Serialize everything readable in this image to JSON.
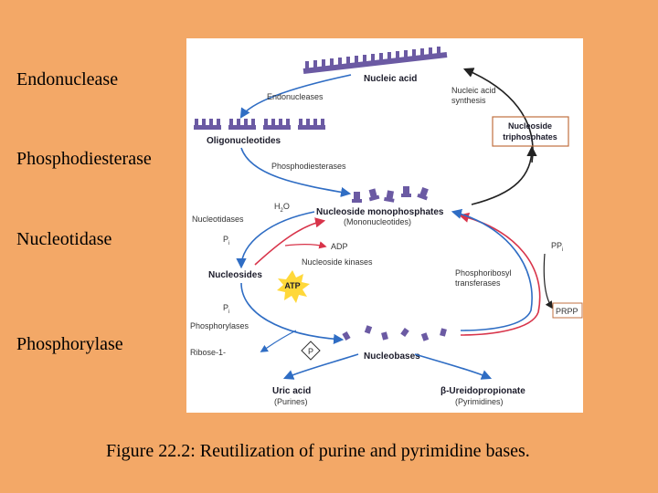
{
  "side_labels": [
    "Endonuclease",
    "Phosphodiesterase",
    "Nucleotidase",
    "Phosphorylase"
  ],
  "caption": "Figure 22.2: Reutilization of purine and pyrimidine bases.",
  "colors": {
    "background": "#F3A867",
    "panel": "#FFFFFF",
    "molecule": "#6B5AA3",
    "arrow_blue": "#2F6DC4",
    "arrow_red": "#D8344A",
    "atp": "#FFD83A",
    "box_border": "#C07040"
  },
  "diagram": {
    "nucleic_acid": "Nucleic acid",
    "endonucleases": "Endonucleases",
    "nucleic_acid_synthesis_1": "Nucleic acid",
    "nucleic_acid_synthesis_2": "synthesis",
    "nucleoside_triphosphates_1": "Nucleoside",
    "nucleoside_triphosphates_2": "triphosphates",
    "oligonucleotides": "Oligonucleotides",
    "phosphodiesterases": "Phosphodiesterases",
    "nucleotidases": "Nucleotidases",
    "h2o": "H",
    "h2o_sub": "2",
    "h2o_o": "O",
    "nucleoside_monophosphates": "Nucleoside monophosphates",
    "mononucleotides": "(Mononucleotides)",
    "pi_1": "P",
    "pi_1_sub": "i",
    "adp": "ADP",
    "nucleoside_kinases": "Nucleoside kinases",
    "ppi": "PP",
    "ppi_sub": "i",
    "nucleosides": "Nucleosides",
    "atp": "ATP",
    "phosphoribosyl_1": "Phosphoribosyl",
    "phosphoribosyl_2": "transferases",
    "prpp": "PRPP",
    "pi_2": "P",
    "pi_2_sub": "i",
    "phosphorylases": "Phosphorylases",
    "ribose_1": "Ribose-1-",
    "p_circle": "P",
    "nucleobases": "Nucleobases",
    "uric_acid": "Uric acid",
    "purines": "(Purines)",
    "ureidopropionate": "β-Ureidopropionate",
    "pyrimidines": "(Pyrimidines)"
  }
}
